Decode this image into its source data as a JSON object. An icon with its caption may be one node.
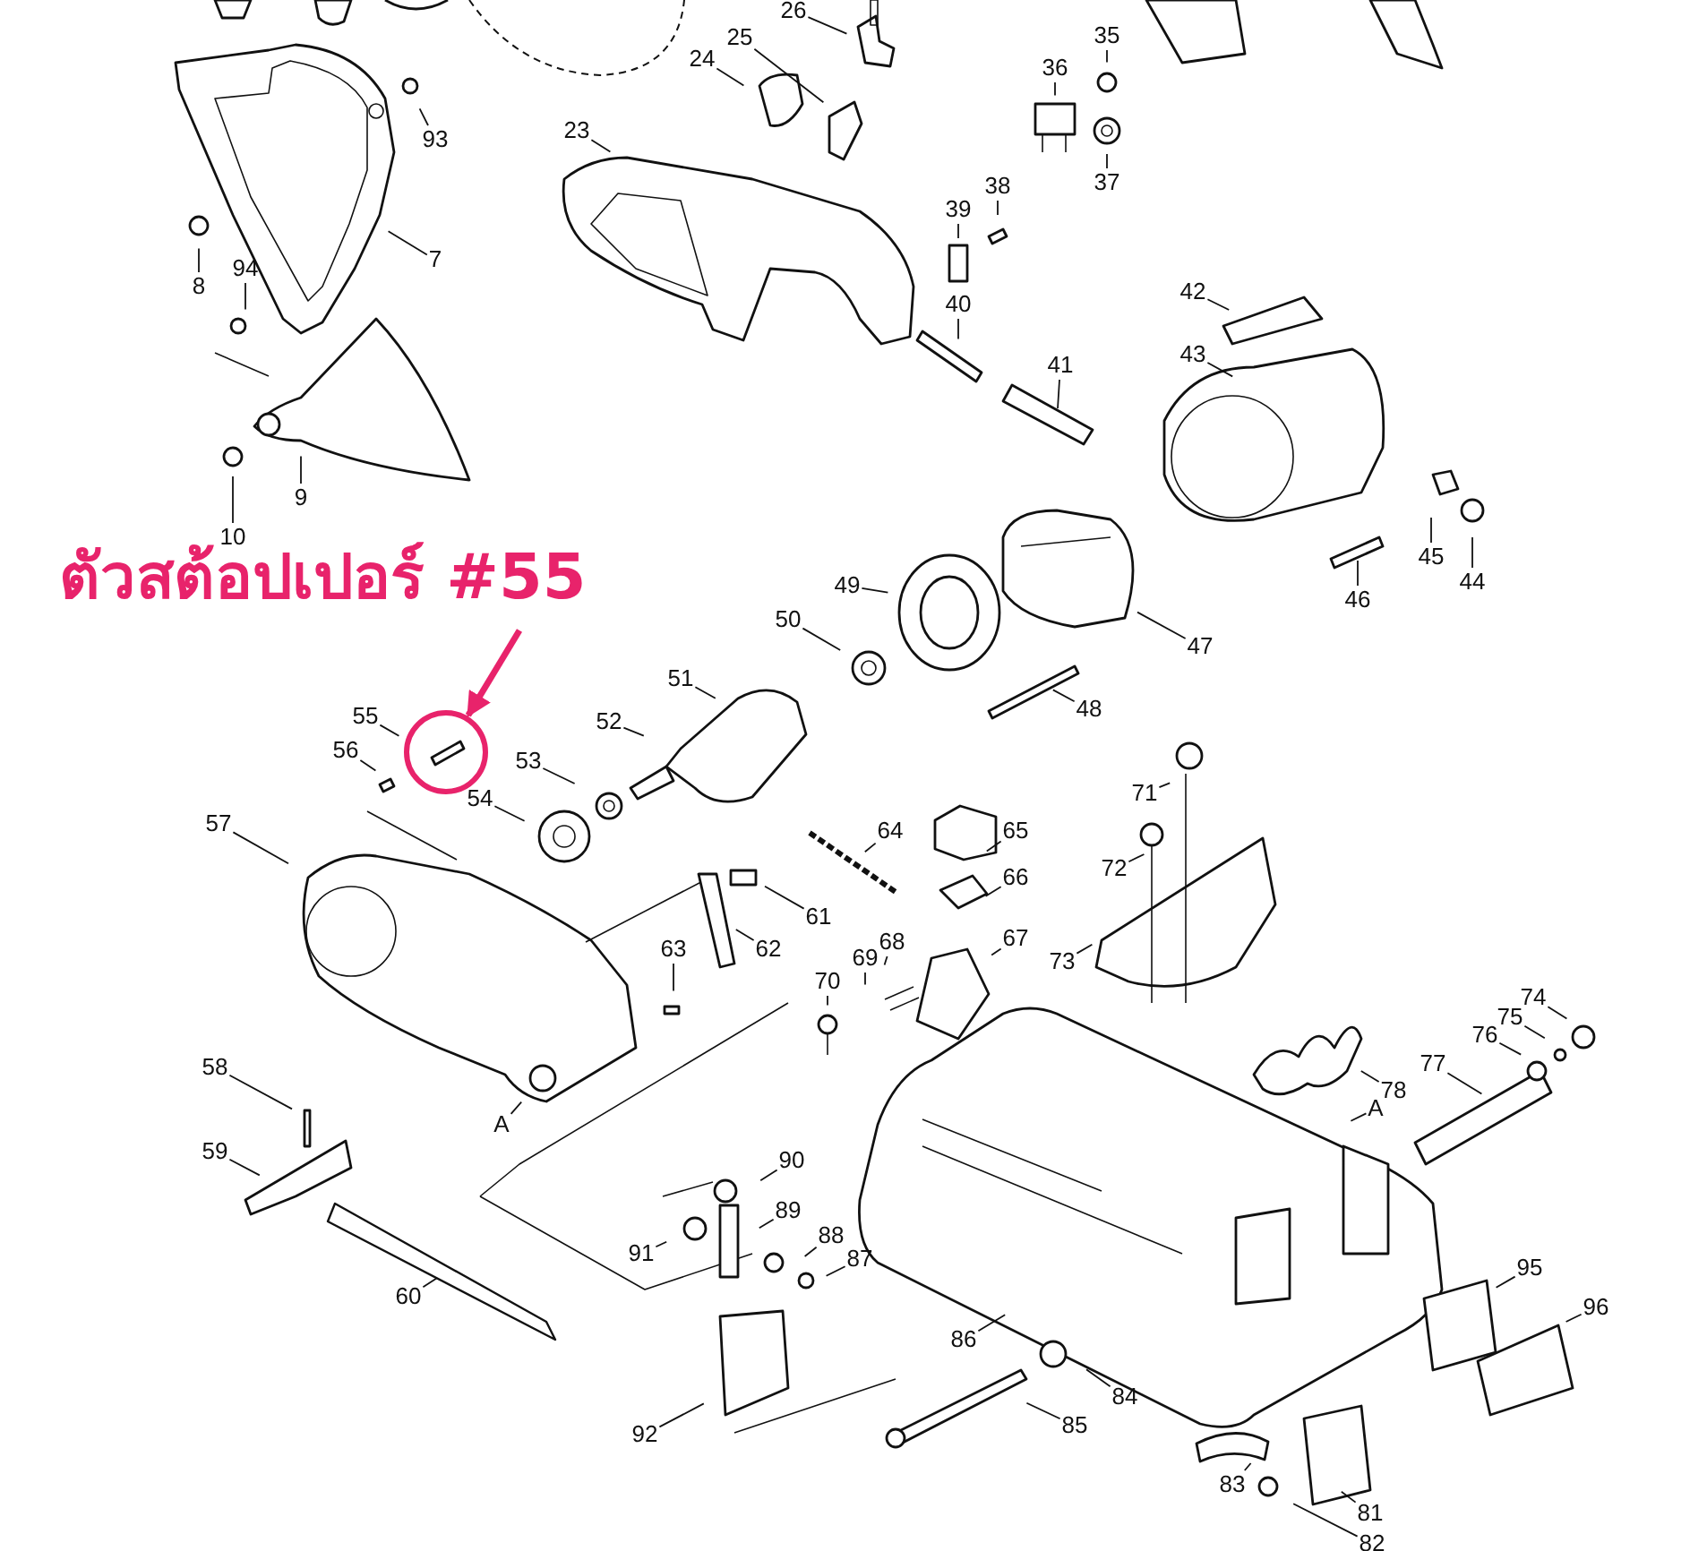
{
  "diagram": {
    "nodes": [
      {
        "text": [
          "ตัวสต้อปเปอร์ #55"
        ]
      },
      {
        "text": [],
        "shape": "circle"
      },
      {
        "text": [
          "26"
        ]
      },
      {
        "text": [
          "35"
        ]
      },
      {
        "text": [
          "25"
        ]
      },
      {
        "text": [
          "24"
        ]
      },
      {
        "text": [
          "36"
        ]
      },
      {
        "text": [
          "93"
        ]
      },
      {
        "text": [
          "23"
        ]
      },
      {
        "text": [
          "38"
        ]
      },
      {
        "text": [
          "39"
        ]
      },
      {
        "text": [
          "8"
        ]
      },
      {
        "text": [
          "94"
        ]
      },
      {
        "text": [
          "7"
        ]
      },
      {
        "text": [
          "42"
        ]
      },
      {
        "text": [
          "40"
        ]
      },
      {
        "text": [
          "43"
        ]
      },
      {
        "text": [
          "37"
        ]
      },
      {
        "text": [
          "41"
        ]
      },
      {
        "text": [
          "9"
        ]
      },
      {
        "text": [
          "10"
        ]
      },
      {
        "text": [
          "45"
        ]
      },
      {
        "text": [
          "44"
        ]
      },
      {
        "text": [
          "49"
        ]
      },
      {
        "text": [
          "46"
        ]
      },
      {
        "text": [
          "50"
        ]
      },
      {
        "text": [
          "47"
        ]
      },
      {
        "text": [
          "51"
        ]
      },
      {
        "text": [
          "48"
        ]
      },
      {
        "text": [
          "52"
        ]
      },
      {
        "text": [
          "55"
        ]
      },
      {
        "text": [
          "56"
        ]
      },
      {
        "text": [
          "53"
        ]
      },
      {
        "text": [
          "54"
        ]
      },
      {
        "text": [
          "71"
        ]
      },
      {
        "text": [
          "57"
        ]
      },
      {
        "text": [
          "64"
        ]
      },
      {
        "text": [
          "65"
        ]
      },
      {
        "text": [
          "72"
        ]
      },
      {
        "text": [
          "66"
        ]
      },
      {
        "text": [
          "61"
        ]
      },
      {
        "text": [
          "67"
        ]
      },
      {
        "text": [
          "62"
        ]
      },
      {
        "text": [
          "63"
        ]
      },
      {
        "text": [
          "68"
        ]
      },
      {
        "text": [
          "73"
        ]
      },
      {
        "text": [
          "69"
        ]
      },
      {
        "text": [
          "70"
        ]
      },
      {
        "text": [
          "74"
        ]
      },
      {
        "text": [
          "75"
        ]
      },
      {
        "text": [
          "76"
        ]
      },
      {
        "text": [
          "77"
        ]
      },
      {
        "text": [
          "78"
        ]
      },
      {
        "text": [
          "A"
        ]
      },
      {
        "text": [
          "58"
        ]
      },
      {
        "text": [
          "A"
        ]
      },
      {
        "text": [
          "59"
        ]
      },
      {
        "text": [
          "90"
        ]
      },
      {
        "text": [
          "89"
        ]
      },
      {
        "text": [
          "88"
        ]
      },
      {
        "text": [
          "91"
        ]
      },
      {
        "text": [
          "87"
        ]
      },
      {
        "text": [
          "95"
        ]
      },
      {
        "text": [
          "60"
        ]
      },
      {
        "text": [
          "86"
        ]
      },
      {
        "text": [
          "96"
        ]
      },
      {
        "text": [
          "84"
        ]
      },
      {
        "text": [
          "85"
        ]
      },
      {
        "text": [
          "92"
        ]
      },
      {
        "text": [
          "83"
        ]
      },
      {
        "text": [
          "81"
        ]
      },
      {
        "text": [
          "82"
        ]
      }
    ],
    "edges": [
      {
        "from": 0,
        "to": 1,
        "arrow": "to",
        "style": "thick",
        "color": "#e8236b"
      },
      {
        "from": 2,
        "to": null,
        "arrow": "none"
      },
      {
        "from": 3,
        "to": null,
        "arrow": "none"
      },
      {
        "from": 4,
        "to": null,
        "arrow": "none"
      },
      {
        "from": 5,
        "to": null,
        "arrow": "none"
      },
      {
        "from": 6,
        "to": null,
        "arrow": "none"
      },
      {
        "from": 7,
        "to": null,
        "arrow": "none"
      },
      {
        "from": 8,
        "to": null,
        "arrow": "none"
      },
      {
        "from": 9,
        "to": null,
        "arrow": "none"
      },
      {
        "from": 10,
        "to": null,
        "arrow": "none"
      },
      {
        "from": 11,
        "to": null,
        "arrow": "none"
      },
      {
        "from": 12,
        "to": null,
        "arrow": "none"
      },
      {
        "from": 13,
        "to": null,
        "arrow": "none"
      },
      {
        "from": 14,
        "to": null,
        "arrow": "none"
      },
      {
        "from": 15,
        "to": null,
        "arrow": "none"
      },
      {
        "from": 16,
        "to": null,
        "arrow": "none"
      },
      {
        "from": 17,
        "to": null,
        "arrow": "none"
      },
      {
        "from": 18,
        "to": null,
        "arrow": "none"
      },
      {
        "from": 19,
        "to": null,
        "arrow": "none"
      },
      {
        "from": 20,
        "to": null,
        "arrow": "none"
      },
      {
        "from": 21,
        "to": null,
        "arrow": "none"
      },
      {
        "from": 22,
        "to": null,
        "arrow": "none"
      },
      {
        "from": 23,
        "to": null,
        "arrow": "none"
      },
      {
        "from": 24,
        "to": null,
        "arrow": "none"
      },
      {
        "from": 25,
        "to": null,
        "arrow": "none"
      },
      {
        "from": 26,
        "to": null,
        "arrow": "none"
      },
      {
        "from": 27,
        "to": null,
        "arrow": "none"
      },
      {
        "from": 28,
        "to": null,
        "arrow": "none"
      },
      {
        "from": 29,
        "to": null,
        "arrow": "none"
      },
      {
        "from": 30,
        "to": null,
        "arrow": "none"
      },
      {
        "from": 31,
        "to": null,
        "arrow": "none"
      },
      {
        "from": 32,
        "to": null,
        "arrow": "none"
      },
      {
        "from": 33,
        "to": null,
        "arrow": "none"
      },
      {
        "from": 34,
        "to": null,
        "arrow": "none"
      },
      {
        "from": 35,
        "to": null,
        "arrow": "none"
      },
      {
        "from": 36,
        "to": null,
        "arrow": "none"
      },
      {
        "from": 37,
        "to": null,
        "arrow": "none"
      },
      {
        "from": 38,
        "to": null,
        "arrow": "none"
      },
      {
        "from": 39,
        "to": null,
        "arrow": "none"
      },
      {
        "from": 40,
        "to": null,
        "arrow": "none"
      },
      {
        "from": 41,
        "to": null,
        "arrow": "none"
      },
      {
        "from": 42,
        "to": null,
        "arrow": "none"
      },
      {
        "from": 43,
        "to": null,
        "arrow": "none"
      },
      {
        "from": 44,
        "to": null,
        "arrow": "none"
      },
      {
        "from": 45,
        "to": null,
        "arrow": "none"
      },
      {
        "from": 46,
        "to": null,
        "arrow": "none"
      },
      {
        "from": 47,
        "to": null,
        "arrow": "none"
      },
      {
        "from": 48,
        "to": null,
        "arrow": "none"
      },
      {
        "from": 49,
        "to": null,
        "arrow": "none"
      },
      {
        "from": 50,
        "to": null,
        "arrow": "none"
      },
      {
        "from": 51,
        "to": null,
        "arrow": "none"
      },
      {
        "from": 52,
        "to": null,
        "arrow": "none"
      },
      {
        "from": 53,
        "to": null,
        "arrow": "none"
      },
      {
        "from": 54,
        "to": null,
        "arrow": "none"
      },
      {
        "from": 55,
        "to": null,
        "arrow": "none"
      },
      {
        "from": 56,
        "to": null,
        "arrow": "none"
      },
      {
        "from": 57,
        "to": null,
        "arrow": "none"
      },
      {
        "from": 58,
        "to": null,
        "arrow": "none"
      },
      {
        "from": 59,
        "to": null,
        "arrow": "none"
      },
      {
        "from": 60,
        "to": null,
        "arrow": "none"
      },
      {
        "from": 61,
        "to": null,
        "arrow": "none"
      },
      {
        "from": 62,
        "to": null,
        "arrow": "none"
      },
      {
        "from": 63,
        "to": null,
        "arrow": "none"
      },
      {
        "from": 64,
        "to": null,
        "arrow": "none"
      },
      {
        "from": 65,
        "to": null,
        "arrow": "none"
      },
      {
        "from": 66,
        "to": null,
        "arrow": "none"
      },
      {
        "from": 67,
        "to": null,
        "arrow": "none"
      },
      {
        "from": 68,
        "to": null,
        "arrow": "none"
      },
      {
        "from": 69,
        "to": null,
        "arrow": "none"
      },
      {
        "from": 70,
        "to": null,
        "arrow": "none"
      },
      {
        "from": 71,
        "to": null,
        "arrow": "none"
      }
    ]
  }
}
